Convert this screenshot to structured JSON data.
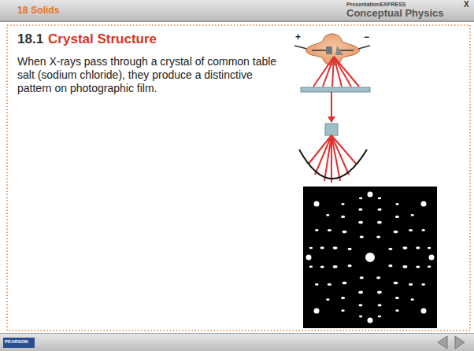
{
  "diagram": {
    "labels": [
      "18",
      "Solids",
      "PresentationEXPRESS",
      "Conceptual Physics",
      "X",
      "18.1",
      "Crystal Structure",
      "When X-rays pass through a crystal of common table salt (sodium chloride), they produce a distinctive pattern on photographic film.",
      "+",
      "−",
      "PEARSON"
    ]
  }
}
